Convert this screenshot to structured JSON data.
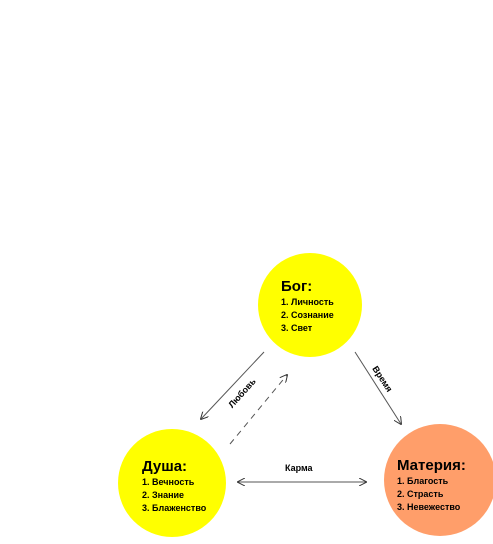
{
  "nodes": {
    "god": {
      "title": "Бог:",
      "items": [
        "1. Личность",
        "2. Сознание",
        "3. Свет"
      ],
      "color": "#ffff00"
    },
    "soul": {
      "title": "Душа:",
      "items": [
        "1. Вечность",
        "2. Знание",
        "3. Блаженство"
      ],
      "color": "#ffff00"
    },
    "matter": {
      "title": "Материя:",
      "items": [
        "1. Благость",
        "2. Страсть",
        "3. Невежество"
      ],
      "color": "#ff9e6a"
    }
  },
  "edges": {
    "love": "Любовь",
    "time": "Время",
    "karma": "Карма"
  }
}
